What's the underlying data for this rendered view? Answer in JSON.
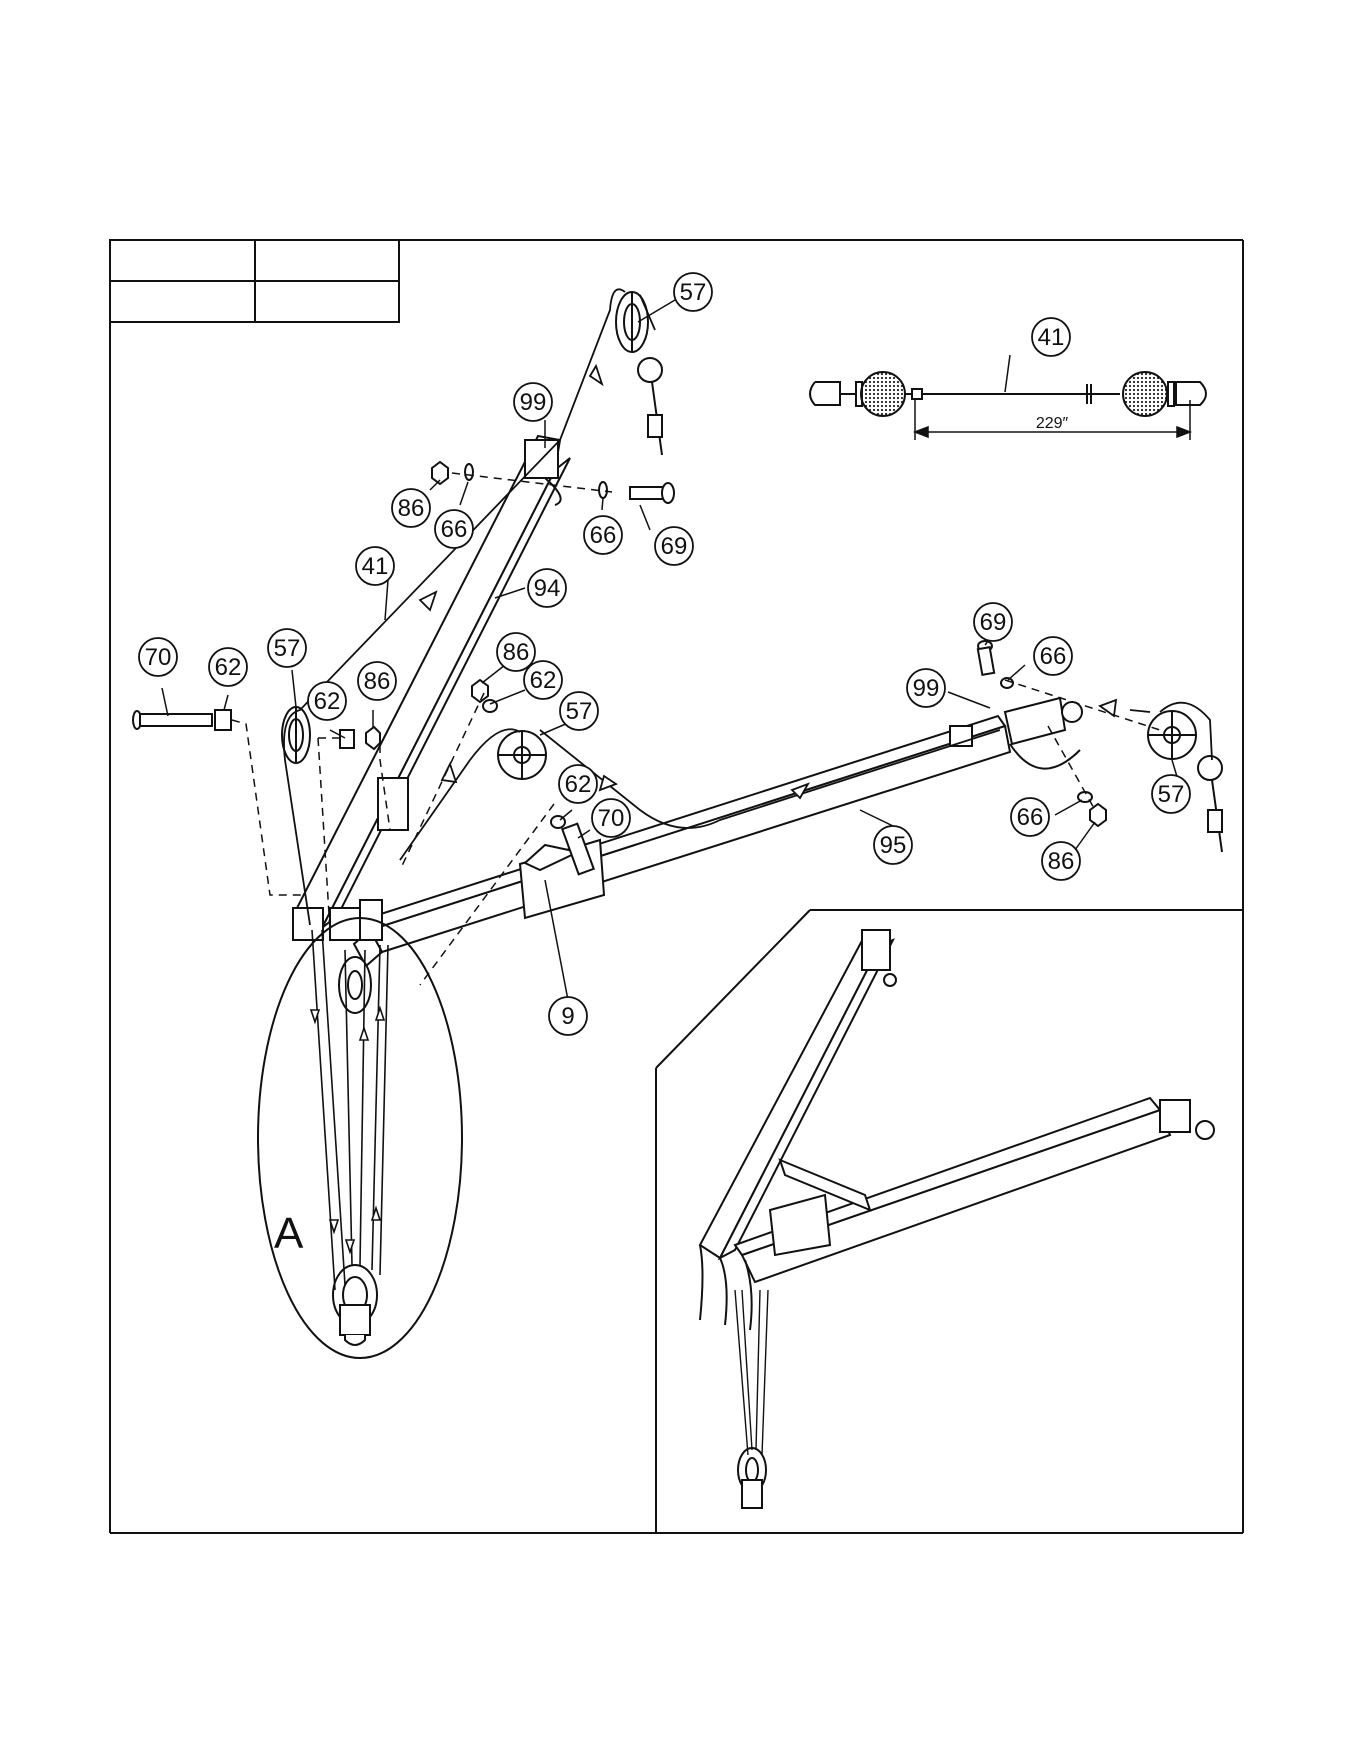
{
  "title_table": {
    "cells": [
      "",
      "",
      "",
      ""
    ]
  },
  "callouts": {
    "c57_top": "57",
    "c41_top": "41",
    "c99_top": "99",
    "c86_top": "86",
    "c66_topleft": "66",
    "c66_topright": "66",
    "c69_top": "69",
    "c41_mid": "41",
    "c94": "94",
    "c70_left": "70",
    "c62_left": "62",
    "c57_left": "57",
    "c62_mid": "62",
    "c86_mid": "86",
    "c86_center": "86",
    "c62_center": "62",
    "c57_center": "57",
    "c62_low": "62",
    "c70_low": "70",
    "c69_right": "69",
    "c66_right": "66",
    "c99_right": "99",
    "c57_right": "57",
    "c66_rightlow": "66",
    "c86_rightlow": "86",
    "c95": "95",
    "c9": "9"
  },
  "cable_dimension": "229″",
  "detail_label": "A"
}
